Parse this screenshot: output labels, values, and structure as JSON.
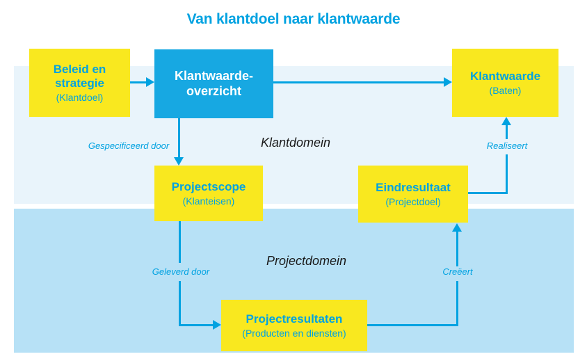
{
  "title": "Van klantdoel naar klantwaarde",
  "colors": {
    "brand_blue": "#00a2e1",
    "box_blue": "#17a8e2",
    "yellow": "#f9e81f",
    "band_light": "#e9f4fb",
    "band_dark": "#b7e1f6",
    "text_dark": "#1a1a1a"
  },
  "domains": {
    "klant": "Klantdomein",
    "project": "Projectdomein"
  },
  "nodes": {
    "beleid": {
      "title": "Beleid en strategie",
      "subtitle": "(Klantdoel)"
    },
    "overzicht": {
      "title": "Klantwaarde-overzicht"
    },
    "klantwaarde": {
      "title": "Klantwaarde",
      "subtitle": "(Baten)"
    },
    "projectscope": {
      "title": "Projectscope",
      "subtitle": "(Klanteisen)"
    },
    "eindresultaat": {
      "title": "Eindresultaat",
      "subtitle": "(Projectdoel)"
    },
    "projectresultaten": {
      "title": "Projectresultaten",
      "subtitle": "(Producten en diensten)"
    }
  },
  "edges": {
    "gespecificeerd": "Gespecificeerd door",
    "realiseert": "Realiseert",
    "geleverd": "Geleverd door",
    "creeert": "Creëert"
  }
}
